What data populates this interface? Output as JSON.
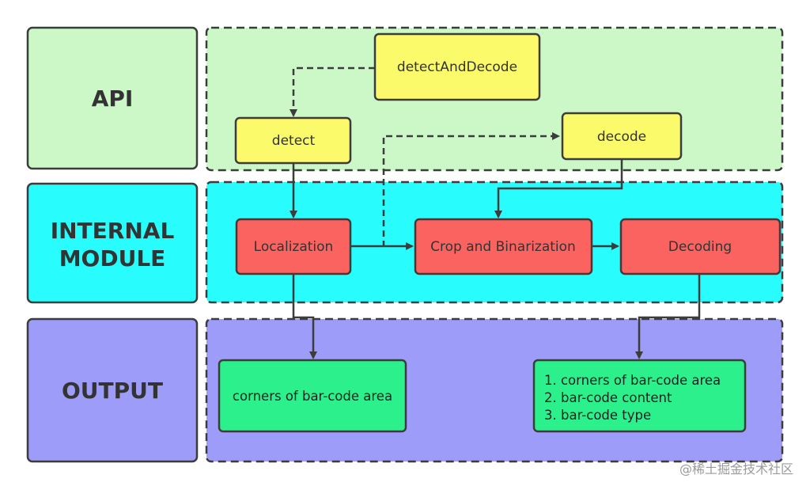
{
  "lanes": {
    "api": "API",
    "internal_line1": "INTERNAL",
    "internal_line2": "MODULE",
    "output": "OUTPUT"
  },
  "nodes": {
    "detect_and_decode": "detectAndDecode",
    "detect": "detect",
    "decode": "decode",
    "localization": "Localization",
    "crop_and_binarization": "Crop and Binarization",
    "decoding": "Decoding"
  },
  "outputs": {
    "localization_output": "corners of bar-code area",
    "decoding_output": [
      "1. corners of bar-code area",
      "2. bar-code content",
      "3. bar-code type"
    ]
  },
  "watermark": "@稀土掘金技术社区",
  "colors": {
    "api_fill": "#ccf8c8",
    "internal_fill": "#28fcfc",
    "output_fill": "#9d9cf8",
    "api_node_fill": "#fafa6b",
    "module_node_fill": "#fb6361",
    "output_node_fill": "#2cf08c",
    "stroke": "#3c3c3c"
  }
}
